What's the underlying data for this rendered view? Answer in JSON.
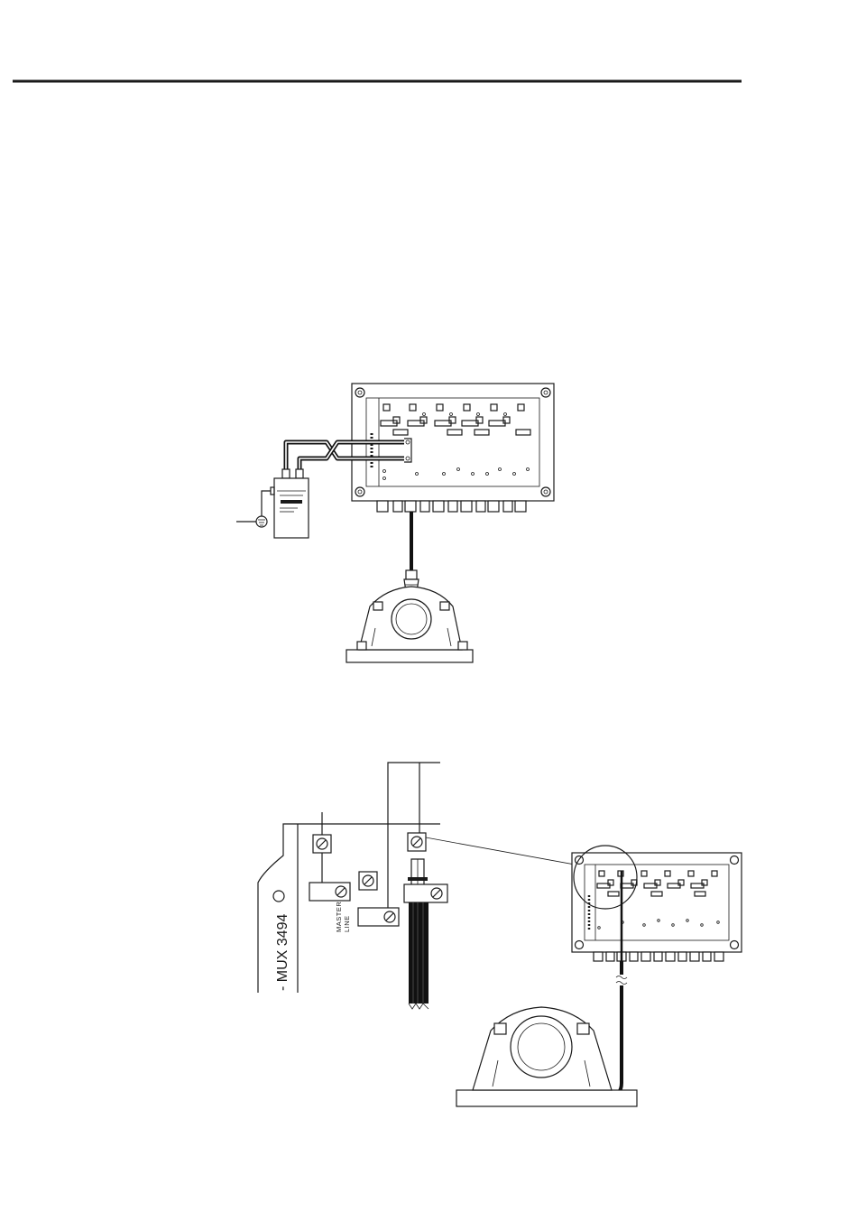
{
  "figure": {
    "mux_label": "- MUX 3494",
    "master_label": "MASTER",
    "line_label": "LINE"
  }
}
